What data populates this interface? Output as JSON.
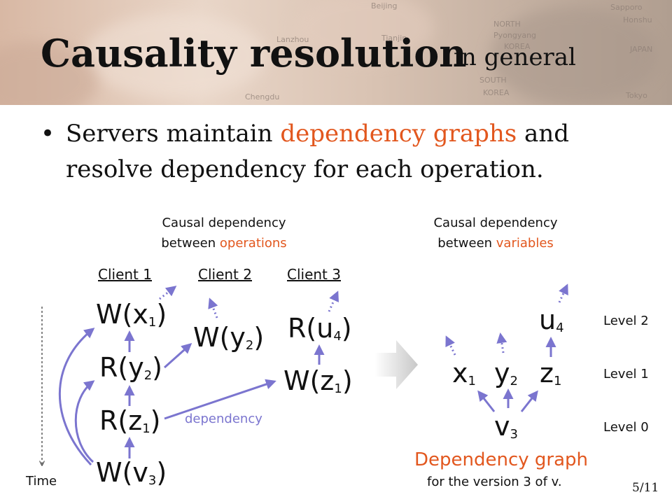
{
  "slide": {
    "title": "Causality resolution",
    "subtitle": "in general",
    "bullet": {
      "part1": "Servers maintain ",
      "highlight": "dependency graphs",
      "part2": " and resolve dependency for each operation."
    },
    "page_number": "5/11"
  },
  "banner_map_labels": [
    "Beijing",
    "Tianjin",
    "NORTH",
    "Pyongyang",
    "KOREA",
    "SOUTH",
    "KOREA",
    "JAPAN",
    "Sapporo",
    "Honshu",
    "Tokyo",
    "Chengdu",
    "Lanzhou"
  ],
  "left_diagram": {
    "caption_line1": "Causal dependency",
    "caption_line2_prefix": "between ",
    "caption_line2_highlight": "operations",
    "clients": [
      "Client 1",
      "Client 2",
      "Client 3"
    ],
    "ops": {
      "w_x1": {
        "base": "W(x",
        "sub": "1",
        "close": ")"
      },
      "r_y2": {
        "base": "R(y",
        "sub": "2",
        "close": ")"
      },
      "r_z1": {
        "base": "R(z",
        "sub": "1",
        "close": ")"
      },
      "w_v3": {
        "base": "W(v",
        "sub": "3",
        "close": ")"
      },
      "w_y2": {
        "base": "W(y",
        "sub": "2",
        "close": ")"
      },
      "r_u4": {
        "base": "R(u",
        "sub": "4",
        "close": ")"
      },
      "w_z1": {
        "base": "W(z",
        "sub": "1",
        "close": ")"
      }
    },
    "dependency_label": "dependency",
    "time_label": "Time"
  },
  "right_diagram": {
    "caption_line1": "Causal dependency",
    "caption_line2_prefix": "between ",
    "caption_line2_highlight": "variables",
    "vars": {
      "u4": {
        "base": "u",
        "sub": "4"
      },
      "x1": {
        "base": "x",
        "sub": "1"
      },
      "y2": {
        "base": "y",
        "sub": "2"
      },
      "z1": {
        "base": "z",
        "sub": "1"
      },
      "v3": {
        "base": "v",
        "sub": "3"
      }
    },
    "levels": [
      "Level 2",
      "Level 1",
      "Level 0"
    ],
    "graph_title": "Dependency graph",
    "graph_subtitle": "for the version 3 of v."
  },
  "colors": {
    "accent_orange": "#e2571e",
    "arrow_purple": "#7b75cf",
    "text": "#111111"
  }
}
